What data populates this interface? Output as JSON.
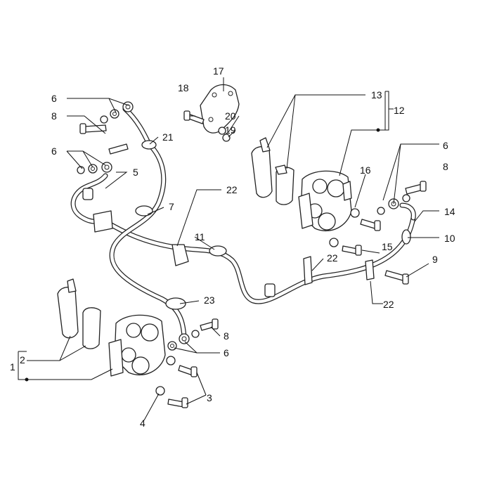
{
  "labels": {
    "l1": "1",
    "l2": "2",
    "l3": "3",
    "l4": "4",
    "l5": "5",
    "l6a": "6",
    "l6b": "6",
    "l6c": "6",
    "l6d": "6",
    "l7": "7",
    "l8a": "8",
    "l8b": "8",
    "l8c": "8",
    "l9": "9",
    "l10": "10",
    "l11": "11",
    "l12": "12",
    "l13": "13",
    "l14": "14",
    "l15": "15",
    "l16": "16",
    "l17": "17",
    "l18": "18",
    "l19": "19",
    "l20": "20",
    "l21": "21",
    "l22a": "22",
    "l22b": "22",
    "l22c": "22",
    "l23": "23"
  }
}
